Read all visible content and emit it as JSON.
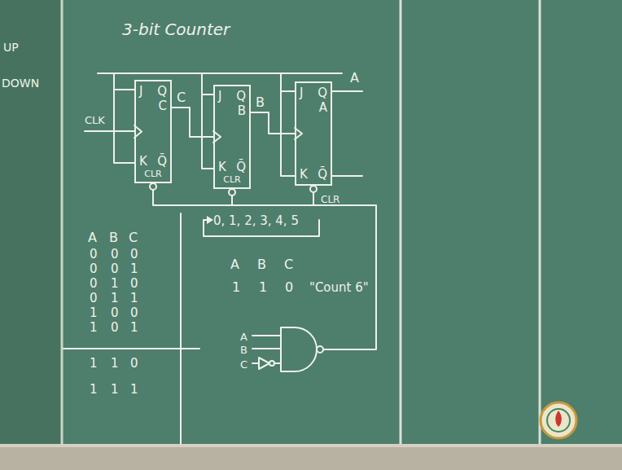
{
  "diagram": {
    "title": "3-bit Counter",
    "nodes": [
      {
        "text": [
          "J",
          "Q",
          "C",
          "K",
          "Q̄",
          "CLR"
        ]
      },
      {
        "text": [
          "J",
          "Q",
          "B",
          "K",
          "Q̄",
          "CLR"
        ]
      },
      {
        "text": [
          "J",
          "Q",
          "A",
          "K",
          "Q̄"
        ]
      }
    ],
    "edges": [
      {
        "from": 0,
        "to": 1,
        "arrow": "none",
        "label": "C"
      },
      {
        "from": 1,
        "to": 2,
        "arrow": "none",
        "label": "B"
      }
    ],
    "labels": [
      "UP",
      "DOWN",
      "CLK",
      "A",
      "CLR",
      "A",
      "B",
      "C",
      "0",
      "0",
      "0",
      "0",
      "0",
      "1",
      "0",
      "1",
      "0",
      "0",
      "1",
      "1",
      "1",
      "0",
      "0",
      "1",
      "0",
      "1",
      "1",
      "1",
      "0",
      "1",
      "1",
      "1",
      "0, 1, 2, 3, 4, 5",
      "A",
      "B",
      "C",
      "1",
      "1",
      "0",
      "\"Count 6\"",
      "A",
      "B",
      "C"
    ]
  }
}
